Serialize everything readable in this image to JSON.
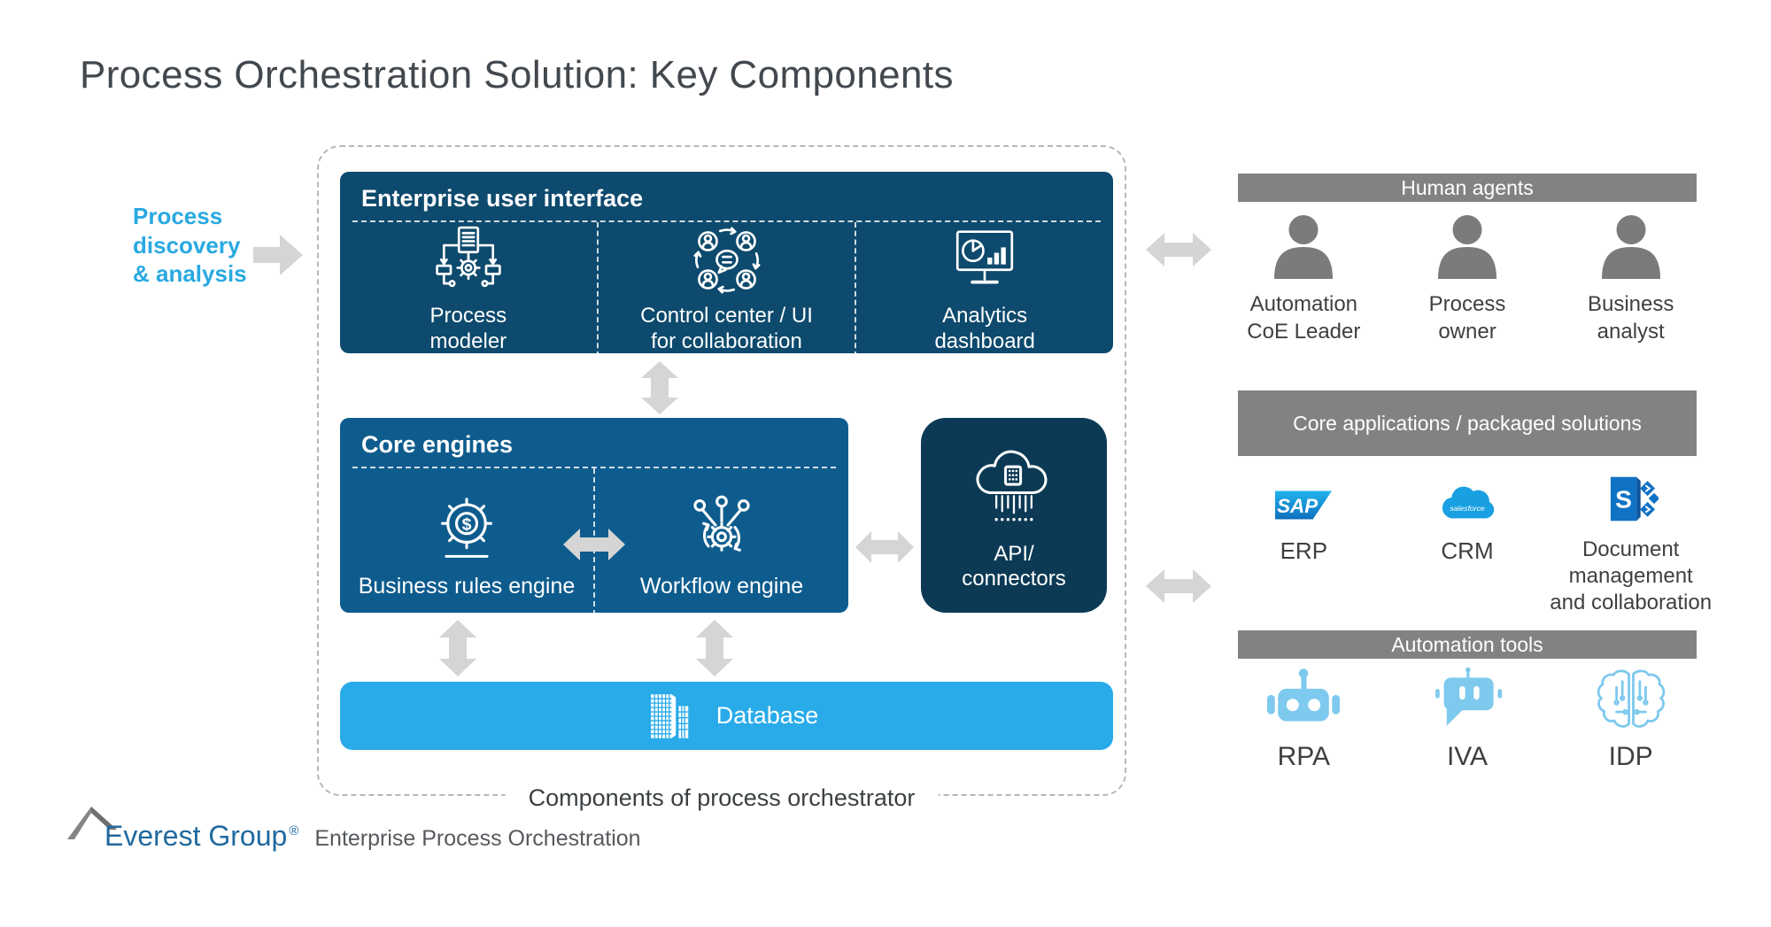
{
  "title": "Process Orchestration Solution: Key Components",
  "left_flow": {
    "label": "Process\ndiscovery\n& analysis"
  },
  "orchestrator": {
    "caption": "Components of process orchestrator",
    "enterprise_ui": {
      "title": "Enterprise user interface",
      "items": [
        {
          "label": "Process\nmodeler",
          "icon": "process-modeler-icon"
        },
        {
          "label": "Control center / UI\nfor collaboration",
          "icon": "collaboration-icon"
        },
        {
          "label": "Analytics\ndashboard",
          "icon": "analytics-dashboard-icon"
        }
      ]
    },
    "core_engines": {
      "title": "Core engines",
      "items": [
        {
          "label": "Business rules engine",
          "icon": "business-rules-engine-icon"
        },
        {
          "label": "Workflow engine",
          "icon": "workflow-engine-icon"
        }
      ]
    },
    "api_connectors": {
      "label": "API/\nconnectors",
      "icon": "api-cloud-icon"
    },
    "database": {
      "label": "Database",
      "icon": "database-building-icon"
    }
  },
  "panels": {
    "human_agents": {
      "header": "Human agents",
      "items": [
        {
          "label": "Automation\nCoE Leader",
          "icon": "person-icon"
        },
        {
          "label": "Process\nowner",
          "icon": "person-icon"
        },
        {
          "label": "Business\nanalyst",
          "icon": "person-icon"
        }
      ]
    },
    "core_apps": {
      "header": "Core applications / packaged solutions",
      "items": [
        {
          "label": "ERP",
          "logo": "sap-logo"
        },
        {
          "label": "CRM",
          "logo": "salesforce-logo"
        },
        {
          "label": "Document\nmanagement\nand collaboration",
          "logo": "sharepoint-logo"
        }
      ]
    },
    "automation_tools": {
      "header": "Automation tools",
      "items": [
        {
          "label": "RPA",
          "icon": "rpa-robot-icon"
        },
        {
          "label": "IVA",
          "icon": "iva-chatbot-icon"
        },
        {
          "label": "IDP",
          "icon": "idp-brain-icon"
        }
      ]
    }
  },
  "icon_glyphs": {
    "dollar": "$",
    "sap": "SAP",
    "salesforce": "salesforce",
    "sharepoint_s": "S"
  },
  "footer": {
    "brand": "Everest Group",
    "registered_mark": "®",
    "subtitle": "Enterprise Process Orchestration"
  },
  "colors": {
    "accent_blue": "#29a9e1",
    "enterprise_ui_navy": "#0d4a6d",
    "core_engines_blue": "#0e5c8e",
    "api_navy": "#0c3a55",
    "database_blue": "#29abe9",
    "header_gray": "#828282",
    "arrow_gray": "#d5d5d5",
    "icon_light_blue": "#7ec9ee"
  }
}
